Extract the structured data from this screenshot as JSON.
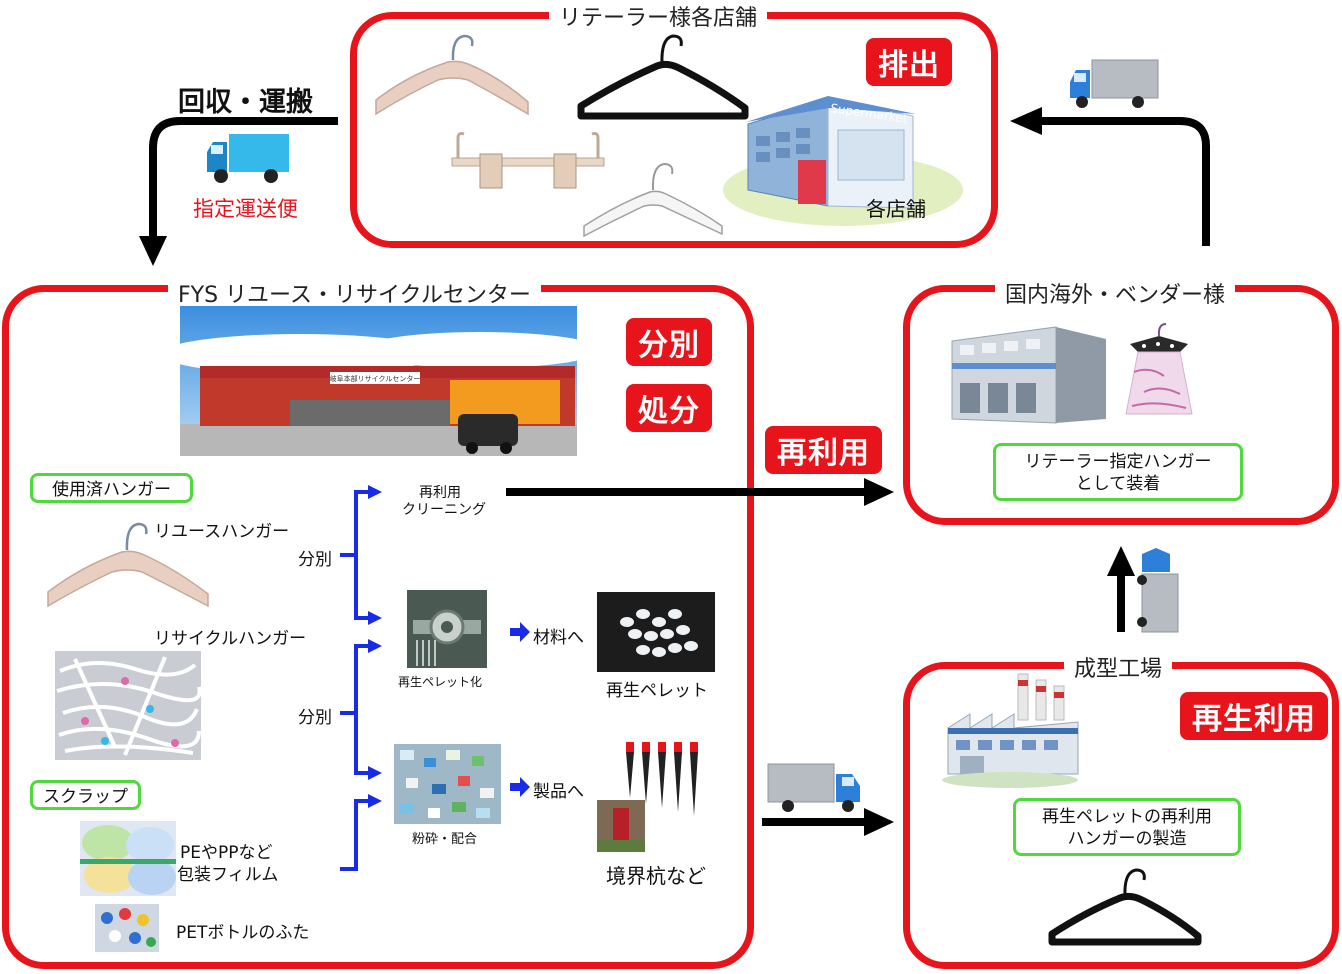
{
  "top_panel": {
    "title": "リテーラー様各店舗",
    "badge": "排出",
    "store_label": "各店舗",
    "store_sign": "Supermarket"
  },
  "left_flow": {
    "title": "回収・運搬",
    "truck_note": "指定運送便"
  },
  "fys_panel": {
    "title": "FYS リユース・リサイクルセンター",
    "badge_sort": "分別",
    "badge_dispose": "処分",
    "building_sign": "岐阜本部リサイクルセンター",
    "used_hanger_box": "使用済ハンガー",
    "reuse_hanger": "リユースハンガー",
    "recycle_hanger": "リサイクルハンガー",
    "scrap_box": "スクラップ",
    "pe_pp_line1": "PEやPPなど",
    "pe_pp_line2": "包装フィルム",
    "pet_caps": "PETボトルのふた",
    "sort_label_1": "分別",
    "sort_label_2": "分別",
    "reuse_cleaning_line1": "再利用",
    "reuse_cleaning_line2": "クリーニング",
    "pellet_process": "再生ペレット化",
    "crush_mix": "粉砕・配合",
    "to_material": "材料へ",
    "to_product": "製品へ",
    "pellet": "再生ペレット",
    "stakes": "境界杭など"
  },
  "reuse_badge": "再利用",
  "vendor_panel": {
    "title": "国内海外・ベンダー様",
    "box_line1": "リテーラー指定ハンガー",
    "box_line2": "として装着"
  },
  "factory_panel": {
    "title": "成型工場",
    "badge": "再生利用",
    "box_line1": "再生ペレットの再利用",
    "box_line2": "ハンガーの製造"
  },
  "colors": {
    "panel_border": "#e8141b",
    "badge_bg": "#e8141b",
    "green_box": "#4fd93c",
    "blue_arrow": "#1a2be8",
    "black_arrow": "#000000"
  }
}
